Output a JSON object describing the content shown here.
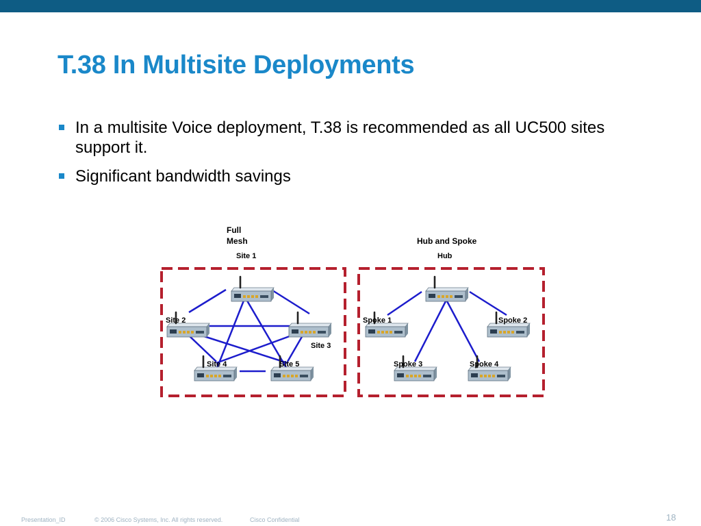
{
  "slide": {
    "title": "T.38 In Multisite Deployments",
    "bullets": [
      "In a multisite Voice deployment, T.38 is recommended as all UC500 sites support it.",
      "Significant bandwidth savings"
    ]
  },
  "diagram": {
    "full_mesh": {
      "heading_line1": "Full",
      "heading_line2": "Mesh",
      "sites": [
        "Site 1",
        "Site 2",
        "Site 3",
        "Site 4",
        "Site 5"
      ]
    },
    "hub_spoke": {
      "heading": "Hub and Spoke",
      "hub": "Hub",
      "spokes": [
        "Spoke 1",
        "Spoke 2",
        "Spoke 3",
        "Spoke 4"
      ]
    },
    "colors": {
      "link": "#1c1ccc",
      "frame": "#b5202e",
      "device_body": "#aebfcc"
    }
  },
  "footer": {
    "presentation_id": "Presentation_ID",
    "copyright": "© 2006 Cisco Systems, Inc. All rights reserved.",
    "confidential": "Cisco Confidential",
    "page": "18"
  }
}
